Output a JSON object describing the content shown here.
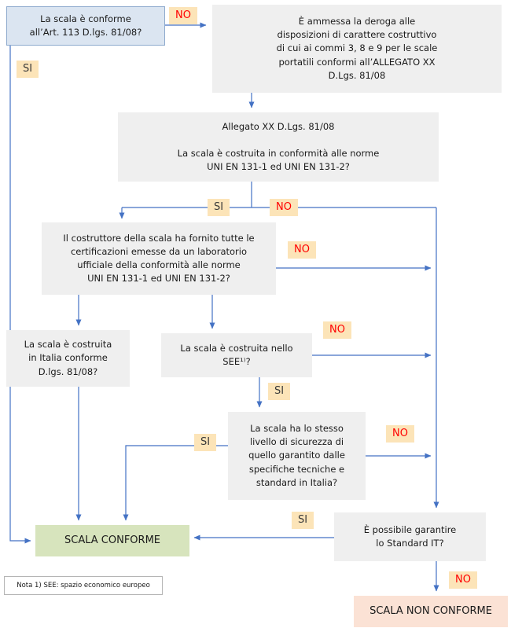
{
  "title": "Flowchart conformità scala portatile",
  "decision_labels": {
    "yes": "SI",
    "no": "NO"
  },
  "colors": {
    "arrow": "#4472c4",
    "start_box_bg": "#dbe5f1",
    "process_box_bg": "#efefef",
    "chip_bg": "#fce4b8",
    "no_text": "#ff0000",
    "si_text": "#3a3a3a",
    "conforme_bg": "#d7e4bd",
    "non_conforme_bg": "#fbe2d5"
  },
  "nodes": {
    "art113": {
      "text": "La scala è conforme\nall’Art. 113 D.lgs. 81/08?"
    },
    "deroga": {
      "text": "È ammessa la deroga alle\ndisposizioni di carattere costruttivo\ndi cui ai commi 3, 8 e 9 per le scale\nportatili conformi all’ALLEGATO XX\nD.Lgs. 81/08"
    },
    "allegato": {
      "text": "Allegato XX D.Lgs. 81/08\n\nLa scala è costruita in conformità alle norme\nUNI EN 131-1 ed UNI EN 131-2?"
    },
    "certificazioni": {
      "text": "Il costruttore della scala ha fornito tutte le\ncertificazioni emesse da un laboratorio\nufficiale della conformità alle norme\nUNI EN 131-1 ed UNI EN 131-2?"
    },
    "italia": {
      "text": "La scala è costruita\nin Italia conforme\nD.lgs. 81/08?"
    },
    "see": {
      "text": "La scala è costruita nello\nSEE¹⁾?"
    },
    "livello": {
      "text": "La scala ha lo stesso\nlivello di sicurezza di\nquello garantito dalle\nspecifiche tecniche e\nstandard in Italia?"
    },
    "standard_it": {
      "text": "È possibile garantire\nlo Standard IT?"
    },
    "conforme": {
      "text": "SCALA CONFORME"
    },
    "non_conforme": {
      "text": "SCALA NON CONFORME"
    },
    "nota": {
      "text": "Nota 1) SEE: spazio economico europeo"
    }
  }
}
